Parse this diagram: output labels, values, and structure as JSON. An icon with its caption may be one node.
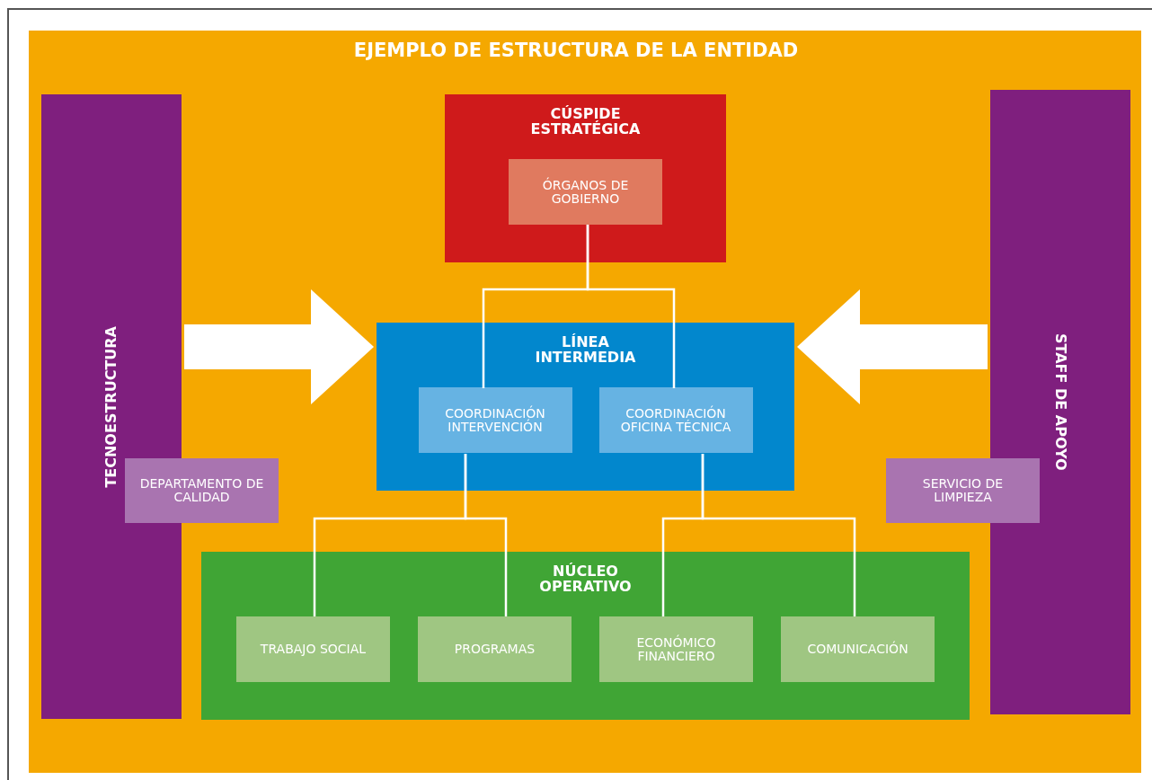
{
  "diagram": {
    "title": "EJEMPLO DE ESTRUCTURA DE LA ENTIDAD",
    "nodes": [
      {
        "text": [
          "TECNOESTRUCTURA"
        ]
      },
      {
        "text": [
          "DEPARTAMENTO DE CALIDAD"
        ]
      },
      {
        "text": [
          "CÚSPIDE ESTRATÉGICA"
        ]
      },
      {
        "text": [
          "ÓRGANOS DE GOBIERNO"
        ],
        "in": 2
      },
      {
        "text": [
          "LÍNEA INTERMEDIA"
        ]
      },
      {
        "text": [
          "COORDINACIÓN INTERVENCIÓN"
        ],
        "in": 4
      },
      {
        "text": [
          "COORDINACIÓN OFICINA TÉCNICA"
        ],
        "in": 4
      },
      {
        "text": [
          "STAFF DE APOYO"
        ]
      },
      {
        "text": [
          "SERVICIO DE LIMPIEZA"
        ]
      },
      {
        "text": [
          "NÚCLEO OPERATIVO"
        ]
      },
      {
        "text": [
          "TRABAJO SOCIAL"
        ],
        "in": 9
      },
      {
        "text": [
          "PROGRAMAS"
        ],
        "in": 9
      },
      {
        "text": [
          "ECONÓMICO FINANCIERO"
        ],
        "in": 9
      },
      {
        "text": [
          "COMUNICACIÓN"
        ],
        "in": 9
      }
    ],
    "edges": [
      {
        "from": 3,
        "to": 5,
        "arrow": "none"
      },
      {
        "from": 3,
        "to": 6,
        "arrow": "none"
      },
      {
        "from": 5,
        "to": 10,
        "arrow": "none"
      },
      {
        "from": 5,
        "to": 11,
        "arrow": "none"
      },
      {
        "from": 6,
        "to": 12,
        "arrow": "none"
      },
      {
        "from": 6,
        "to": 13,
        "arrow": "none"
      },
      {
        "from": 0,
        "to": 4,
        "arrow": "to",
        "style": "thick"
      },
      {
        "from": 7,
        "to": 4,
        "arrow": "to",
        "style": "thick"
      }
    ]
  }
}
